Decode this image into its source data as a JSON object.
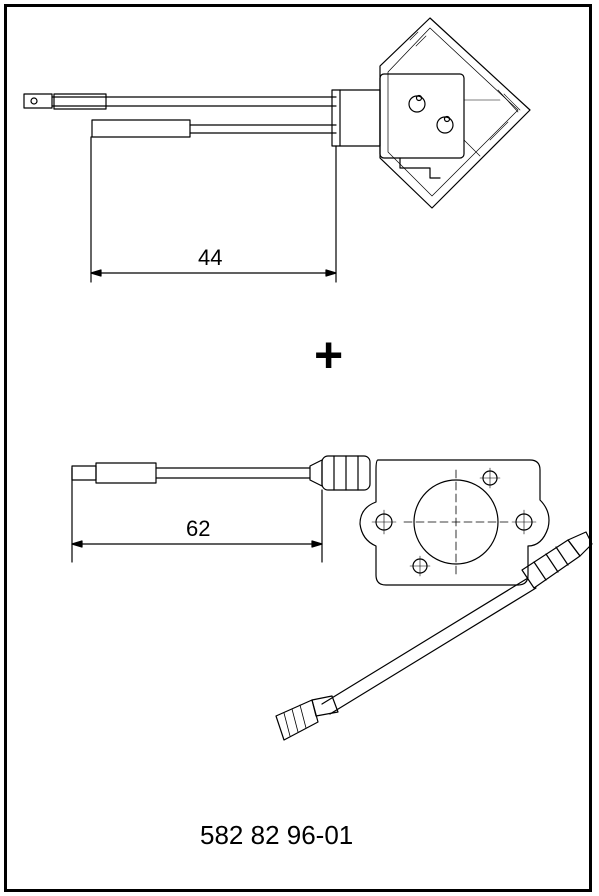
{
  "drawing": {
    "dimension_top": "44",
    "dimension_bottom": "62",
    "plus_sign": "+",
    "part_number": "582 82 96-01"
  },
  "colors": {
    "line": "#000000",
    "background": "#ffffff"
  }
}
